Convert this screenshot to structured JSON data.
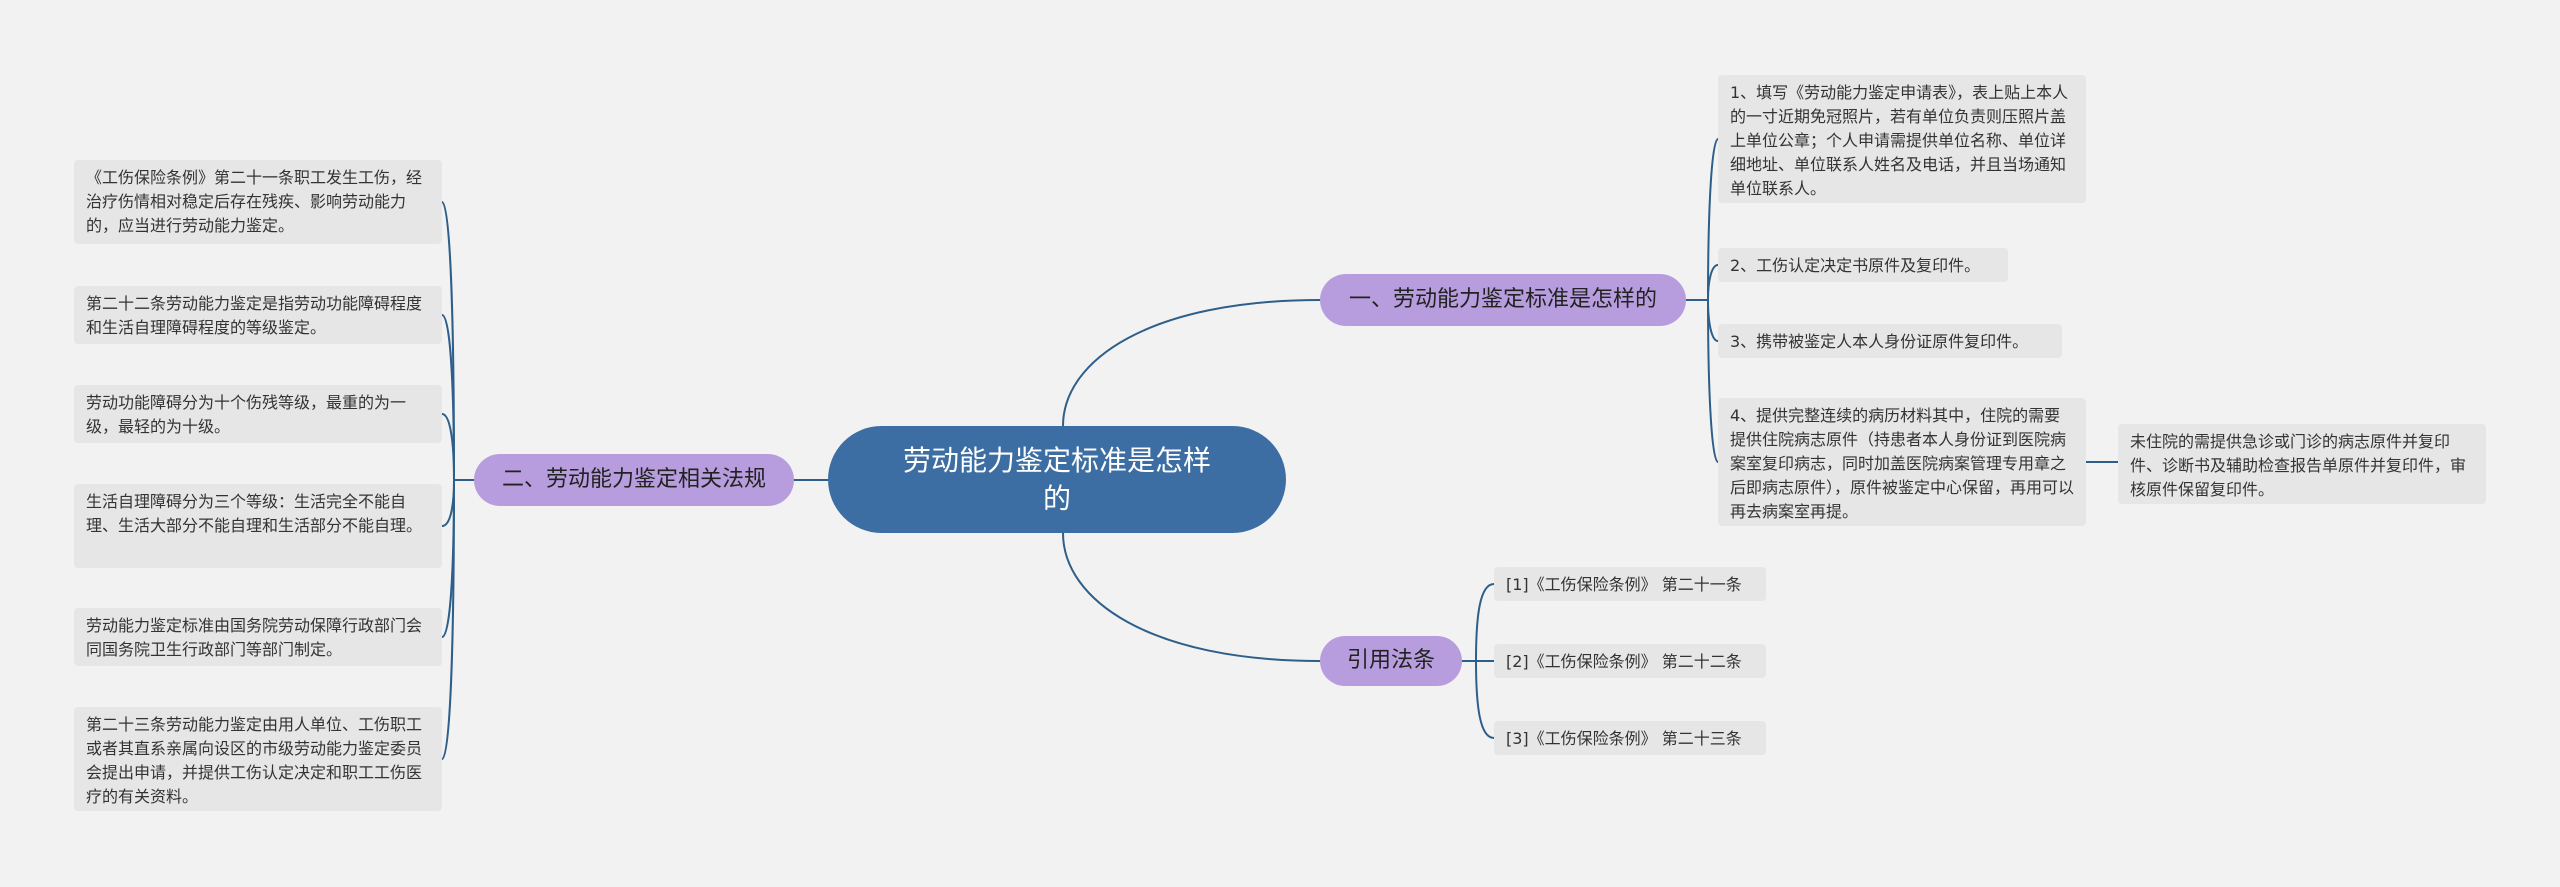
{
  "root": {
    "title": "劳动能力鉴定标准是怎样的"
  },
  "branches": {
    "standard": {
      "label": "一、劳动能力鉴定标准是怎样的",
      "items": [
        "1、填写《劳动能力鉴定申请表》，表上贴上本人的一寸近期免冠照片，若有单位负责则压照片盖上单位公章；个人申请需提供单位名称、单位详细地址、单位联系人姓名及电话，并且当场通知单位联系人。",
        "2、工伤认定决定书原件及复印件。",
        "3、携带被鉴定人本人身份证原件复印件。",
        "4、提供完整连续的病历材料其中，住院的需要提供住院病志原件（持患者本人身份证到医院病案室复印病志，同时加盖医院病案管理专用章之后即病志原件），原件被鉴定中心保留，再用可以再去病案室再提。"
      ],
      "sub_item": "未住院的需提供急诊或门诊的病志原件并复印件、诊断书及辅助检查报告单原件并复印件，审核原件保留复印件。"
    },
    "laws": {
      "label": "二、劳动能力鉴定相关法规",
      "items": [
        "《工伤保险条例》第二十一条职工发生工伤，经治疗伤情相对稳定后存在残疾、影响劳动能力的，应当进行劳动能力鉴定。",
        "第二十二条劳动能力鉴定是指劳动功能障碍程度和生活自理障碍程度的等级鉴定。",
        "劳动功能障碍分为十个伤残等级，最重的为一级，最轻的为十级。",
        "生活自理障碍分为三个等级：生活完全不能自理、生活大部分不能自理和生活部分不能自理。",
        "劳动能力鉴定标准由国务院劳动保障行政部门会同国务院卫生行政部门等部门制定。",
        "第二十三条劳动能力鉴定由用人单位、工伤职工或者其直系亲属向设区的市级劳动能力鉴定委员会提出申请，并提供工伤认定决定和职工工伤医疗的有关资料。"
      ]
    },
    "citations": {
      "label": "引用法条",
      "items": [
        "[1]《工伤保险条例》 第二十一条",
        "[2]《工伤保险条例》 第二十二条",
        "[3]《工伤保险条例》 第二十三条"
      ]
    }
  },
  "colors": {
    "root": "#3c6ea3",
    "branch": "#b79ddd",
    "leaf": "#e6e6e6",
    "line": "#2e5f8a",
    "background": "#f2f2f2"
  }
}
